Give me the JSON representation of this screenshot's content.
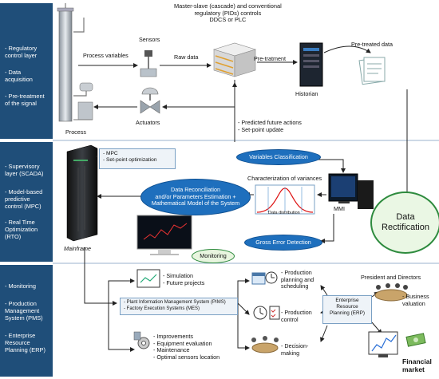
{
  "layers": {
    "top": [
      "- Regulatory\ncontrol layer",
      "- Data\nacquisition",
      "- Pre-treatment\nof the signal"
    ],
    "middle": [
      "- Supervisory\nlayer (SCADA)",
      "- Model-based\npredictive\ncontrol (MPC)",
      "- Real Time\nOptimization\n(RTO)"
    ],
    "bottom": [
      "- Monitoring",
      "- Production\nManagement\nSystem (PMS)",
      "- Enterprise\nResource\nPlanning (ERP)"
    ]
  },
  "top": {
    "controls_title": "Master-slave (cascade) and conventional\nregulatory (PIDs) controls\nDDCS or PLC",
    "sensors": "Sensors",
    "process_variables": "Process variables",
    "raw_data": "Raw data",
    "pre_treatment": "Pre-tratment",
    "pre_treated_data": "Pre-treated data",
    "historian": "Historian",
    "actuators": "Actuators",
    "process": "Process"
  },
  "middle": {
    "predicted_actions": "- Predicted future actions\n- Set-point update",
    "mpc_box": "- MPC\n- Set-point optimization",
    "variables_classification": "Variables Classification",
    "characterization": "Characterization of variances",
    "data_distribution": "Data distribution",
    "reconciliation": "Data Reconciliation\nand/or Parameters Estimation +\nMathematical Model of the System",
    "mmi": "MMI",
    "data_rectification": "Data\nRectification",
    "gross_error": "Gross Error Detection",
    "monitoring": "Monitoring",
    "mainframe": "Mainframe"
  },
  "bottom": {
    "simulation": "- Simulation\n- Future projects",
    "pims_mes": "- Plant Information Management System (PIMS)\n- Factory Execution Systems (MES)",
    "improvements": "- Improvements\n- Equipment evaluation\n- Maintenance\n- Optimal sensors location",
    "production_planning": "- Production\nplanning and\nscheduling",
    "production_control": "- Production\ncontrol",
    "decision_making": "- Decision-\nmaking",
    "erp": "Enterprise\nResource\nPlanning (ERP)",
    "president": "President and Directors",
    "business_valuation": "- Business\nvaluation",
    "financial_market": "Financial\nmarket"
  },
  "colors": {
    "band": "#1f4e79",
    "ellipse": "#1e6fbd",
    "green": "#2e8b3e",
    "rectification_fill": "#eaf7e4"
  },
  "icons": [
    "distillation-column-icon",
    "sensor-icon",
    "valve-icon",
    "pump-icon",
    "server-stack-icon",
    "historian-server-icon",
    "document-stack-icon",
    "mainframe-icon",
    "monitor-icon",
    "chart-monitor-icon",
    "calendar-icon",
    "clock-icon",
    "clipboard-icon",
    "meeting-icon",
    "stock-chart-icon",
    "money-icon"
  ]
}
